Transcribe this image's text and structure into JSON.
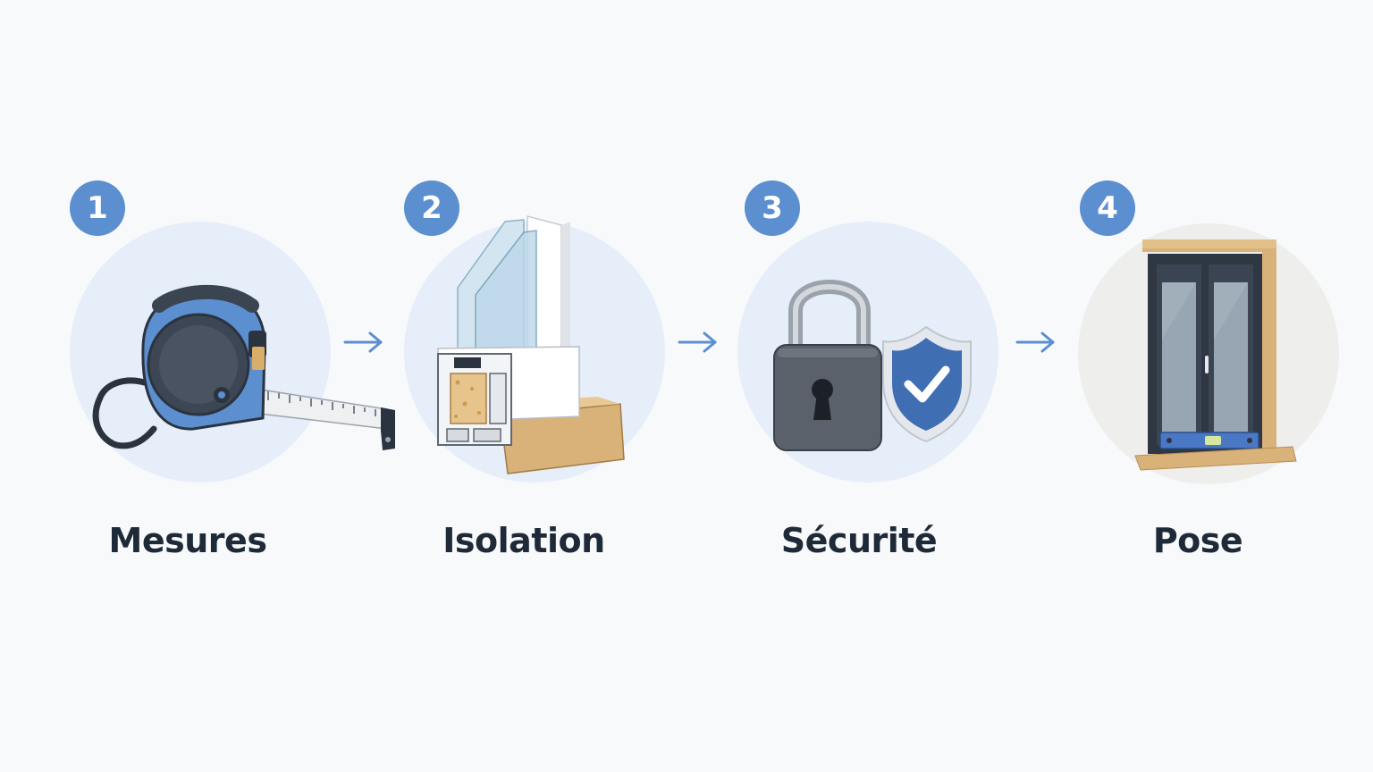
{
  "steps": [
    {
      "number": "1",
      "label": "Mesures",
      "icon": "tape-measure-icon"
    },
    {
      "number": "2",
      "label": "Isolation",
      "icon": "window-profile-cross-section-icon"
    },
    {
      "number": "3",
      "label": "Sécurité",
      "icon": "padlock-shield-icon"
    },
    {
      "number": "4",
      "label": "Pose",
      "icon": "installed-window-level-icon"
    }
  ],
  "colors": {
    "accent": "#5b8fd0",
    "circle": "#e6eef9",
    "text": "#1e2a38",
    "background": "#f8f9fb"
  },
  "connector_icon": "arrow-right-icon"
}
